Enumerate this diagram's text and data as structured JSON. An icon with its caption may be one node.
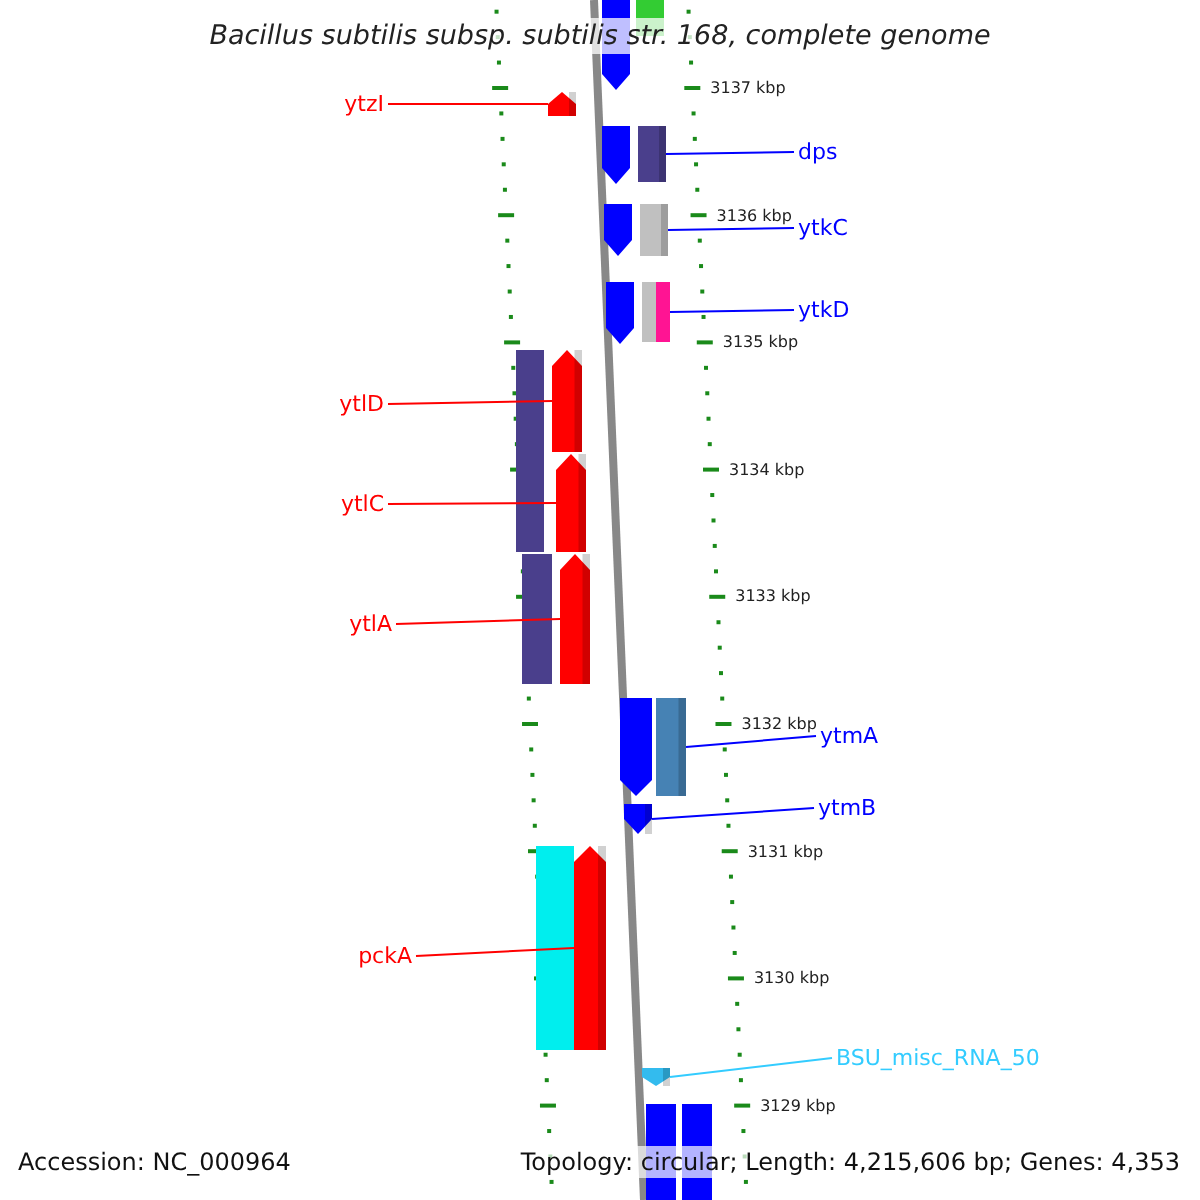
{
  "diagram": {
    "title": "Bacillus subtilis subsp. subtilis str. 168, complete genome",
    "nodes": [
      {
        "text": [
          "ytzI"
        ]
      },
      {
        "text": [],
        "shape": "pentagon"
      },
      {
        "text": [
          "dps"
        ]
      },
      {
        "text": [],
        "shape": "bar"
      },
      {
        "text": [
          "ytkC"
        ]
      },
      {
        "text": [],
        "shape": "bar"
      },
      {
        "text": [
          "ytkD"
        ]
      },
      {
        "text": [],
        "shape": "bar"
      },
      {
        "text": [
          "ytlD"
        ]
      },
      {
        "text": [],
        "shape": "pentagon"
      },
      {
        "text": [
          "ytlC"
        ]
      },
      {
        "text": [],
        "shape": "pentagon"
      },
      {
        "text": [
          "ytlA"
        ]
      },
      {
        "text": [],
        "shape": "pentagon"
      },
      {
        "text": [
          "ytmA"
        ]
      },
      {
        "text": [],
        "shape": "bar"
      },
      {
        "text": [
          "ytmB"
        ]
      },
      {
        "text": [],
        "shape": "pentagon"
      },
      {
        "text": [
          "pckA"
        ]
      },
      {
        "text": [],
        "shape": "pentagon"
      },
      {
        "text": [
          "BSU_misc_RNA_50"
        ]
      },
      {
        "text": [],
        "shape": "pentagon"
      }
    ],
    "edges": [
      {
        "from": 0,
        "to": 1,
        "arrow": "none",
        "color": "#ff0000"
      },
      {
        "from": 2,
        "to": 3,
        "arrow": "none",
        "color": "#0000ff"
      },
      {
        "from": 4,
        "to": 5,
        "arrow": "none",
        "color": "#0000ff"
      },
      {
        "from": 6,
        "to": 7,
        "arrow": "none",
        "color": "#0000ff"
      },
      {
        "from": 8,
        "to": 9,
        "arrow": "none",
        "color": "#ff0000"
      },
      {
        "from": 10,
        "to": 11,
        "arrow": "none",
        "color": "#ff0000"
      },
      {
        "from": 12,
        "to": 13,
        "arrow": "none",
        "color": "#ff0000"
      },
      {
        "from": 14,
        "to": 15,
        "arrow": "none",
        "color": "#0000ff"
      },
      {
        "from": 16,
        "to": 17,
        "arrow": "none",
        "color": "#0000ff"
      },
      {
        "from": 18,
        "to": 19,
        "arrow": "none",
        "color": "#ff0000"
      },
      {
        "from": 20,
        "to": 21,
        "arrow": "none",
        "color": "#33ccff"
      }
    ],
    "labels": [
      "3137 kbp",
      "3136 kbp",
      "3135 kbp",
      "3134 kbp",
      "3133 kbp",
      "3132 kbp",
      "3131 kbp",
      "3130 kbp",
      "3129 kbp",
      "Accession: NC_000964",
      "Topology: circular; Length: 4,215,606 bp; Genes: 4,353"
    ]
  }
}
